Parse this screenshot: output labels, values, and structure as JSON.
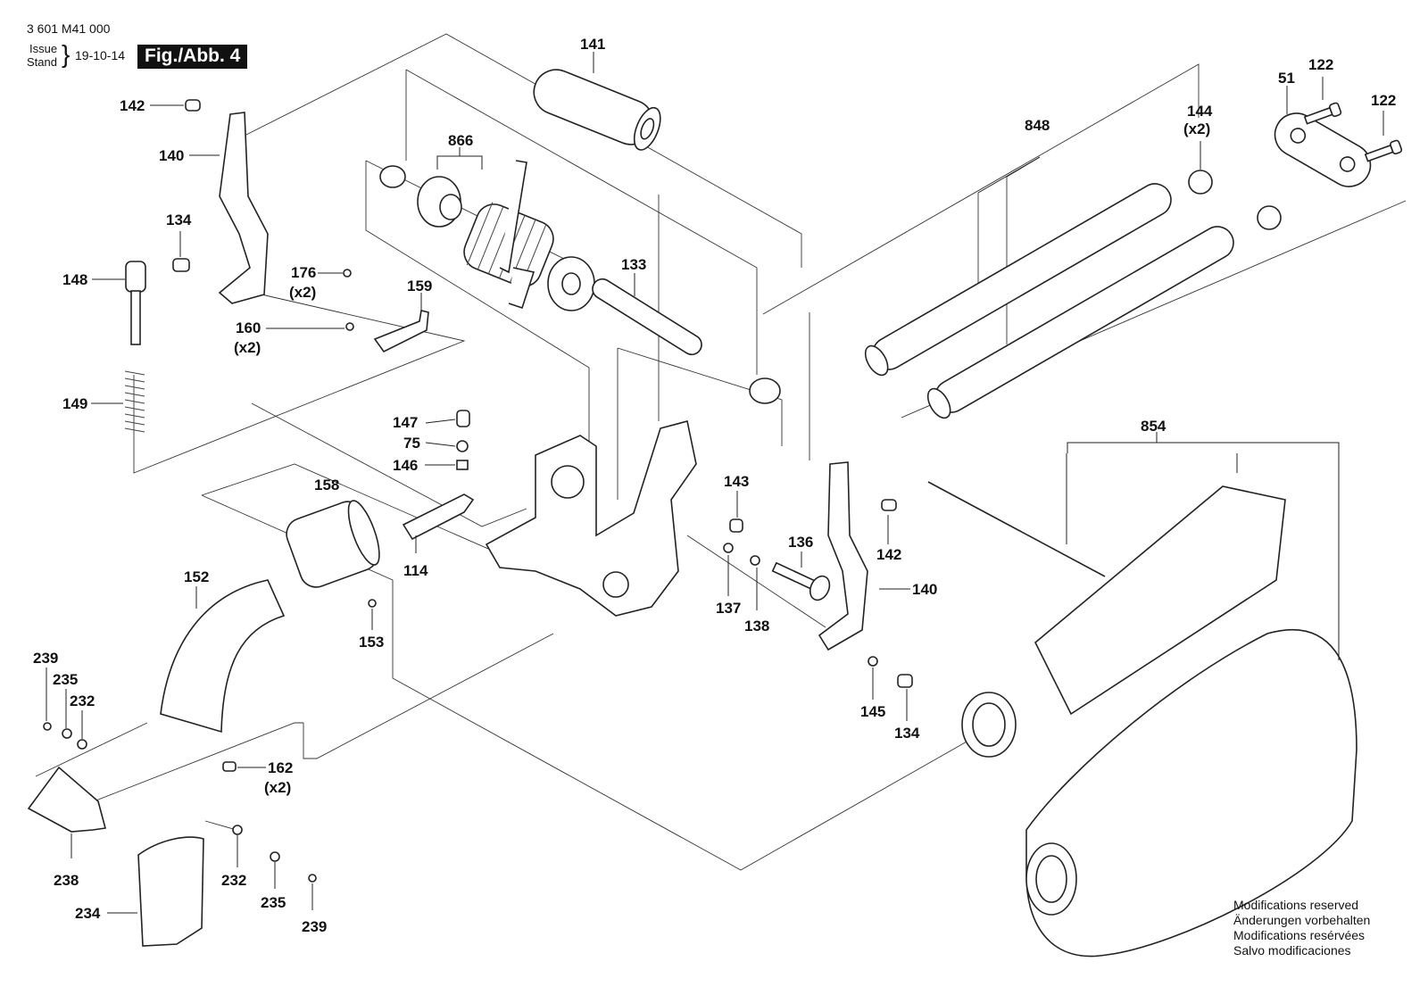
{
  "header": {
    "doc_number": "3 601 M41 000",
    "issue_label": "Issue",
    "stand_label": "Stand",
    "date": "19-10-14",
    "figure": "Fig./Abb. 4"
  },
  "notes": [
    "Modifications reserved",
    "Änderungen vorbehalten",
    "Modifications resérvées",
    "Salvo modificaciones"
  ],
  "labels": [
    {
      "id": "141",
      "text": "141"
    },
    {
      "id": "866",
      "text": "866"
    },
    {
      "id": "848",
      "text": "848"
    },
    {
      "id": "51",
      "text": "51"
    },
    {
      "id": "122a",
      "text": "122"
    },
    {
      "id": "122b",
      "text": "122"
    },
    {
      "id": "144",
      "text": "144"
    },
    {
      "id": "144q",
      "text": "(x2)"
    },
    {
      "id": "142a",
      "text": "142"
    },
    {
      "id": "140a",
      "text": "140"
    },
    {
      "id": "134a",
      "text": "134"
    },
    {
      "id": "148",
      "text": "148"
    },
    {
      "id": "176",
      "text": "176"
    },
    {
      "id": "176q",
      "text": "(x2)"
    },
    {
      "id": "159",
      "text": "159"
    },
    {
      "id": "133",
      "text": "133"
    },
    {
      "id": "160",
      "text": "160"
    },
    {
      "id": "160q",
      "text": "(x2)"
    },
    {
      "id": "149",
      "text": "149"
    },
    {
      "id": "147",
      "text": "147"
    },
    {
      "id": "75",
      "text": "75"
    },
    {
      "id": "146",
      "text": "146"
    },
    {
      "id": "158",
      "text": "158"
    },
    {
      "id": "114",
      "text": "114"
    },
    {
      "id": "143",
      "text": "143"
    },
    {
      "id": "142b",
      "text": "142"
    },
    {
      "id": "136",
      "text": "136"
    },
    {
      "id": "140b",
      "text": "140"
    },
    {
      "id": "137",
      "text": "137"
    },
    {
      "id": "138",
      "text": "138"
    },
    {
      "id": "152",
      "text": "152"
    },
    {
      "id": "153",
      "text": "153"
    },
    {
      "id": "854",
      "text": "854"
    },
    {
      "id": "239a",
      "text": "239"
    },
    {
      "id": "235a",
      "text": "235"
    },
    {
      "id": "232a",
      "text": "232"
    },
    {
      "id": "162",
      "text": "162"
    },
    {
      "id": "162q",
      "text": "(x2)"
    },
    {
      "id": "145",
      "text": "145"
    },
    {
      "id": "134b",
      "text": "134"
    },
    {
      "id": "238",
      "text": "238"
    },
    {
      "id": "232b",
      "text": "232"
    },
    {
      "id": "235b",
      "text": "235"
    },
    {
      "id": "239b",
      "text": "239"
    },
    {
      "id": "234",
      "text": "234"
    }
  ]
}
